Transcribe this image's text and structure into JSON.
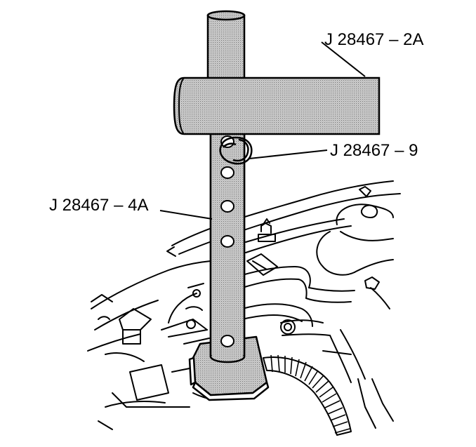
{
  "labels": {
    "bar_tool": "J 28467 – 2A",
    "pin_tool": "J 28467 – 9",
    "post_tool": "J 28467 – 4A"
  },
  "colors": {
    "ink": "#000000",
    "tool_fill": "#b0b0b0",
    "background": "#ffffff"
  }
}
